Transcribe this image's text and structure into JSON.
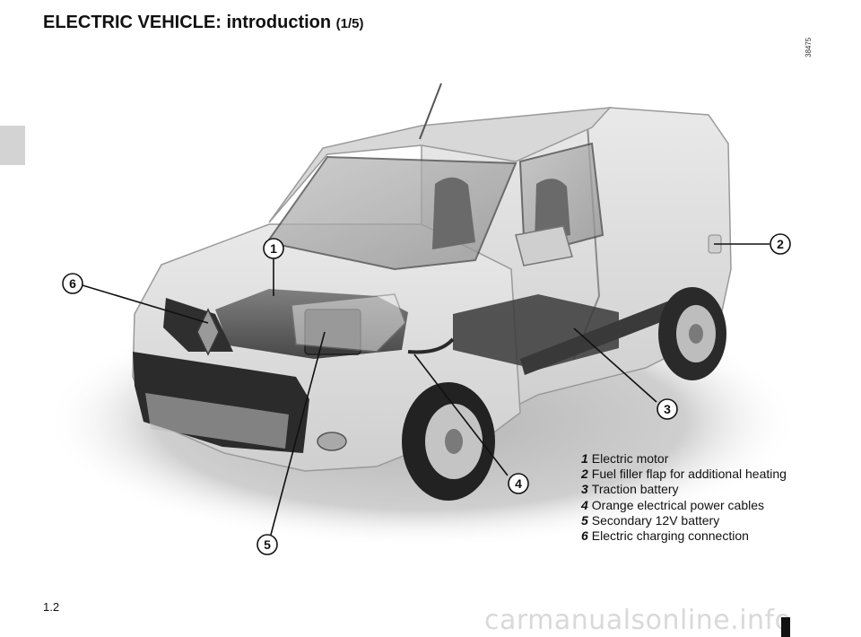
{
  "header": {
    "title": "ELECTRIC VEHICLE: introduction",
    "title_suffix": "(1/5)",
    "reference_number": "38475"
  },
  "illustration": {
    "subject": "van-cutaway",
    "callouts": [
      "1",
      "2",
      "3",
      "4",
      "5",
      "6"
    ]
  },
  "legend": [
    {
      "number": "1",
      "label": "Electric motor"
    },
    {
      "number": "2",
      "label": "Fuel filler flap for additional heating"
    },
    {
      "number": "3",
      "label": "Traction battery"
    },
    {
      "number": "4",
      "label": "Orange electrical power cables"
    },
    {
      "number": "5",
      "label": "Secondary 12V battery"
    },
    {
      "number": "6",
      "label": "Electric charging connection"
    }
  ],
  "footer": {
    "page_number": "1.2",
    "watermark": "carmanualsonline.info"
  },
  "colors": {
    "text": "#111111",
    "side_tab": "#d3d3d3",
    "body_panel": "#dcdcdc",
    "shadow": "#c8c8c8",
    "watermark": "#d9d9d9"
  }
}
